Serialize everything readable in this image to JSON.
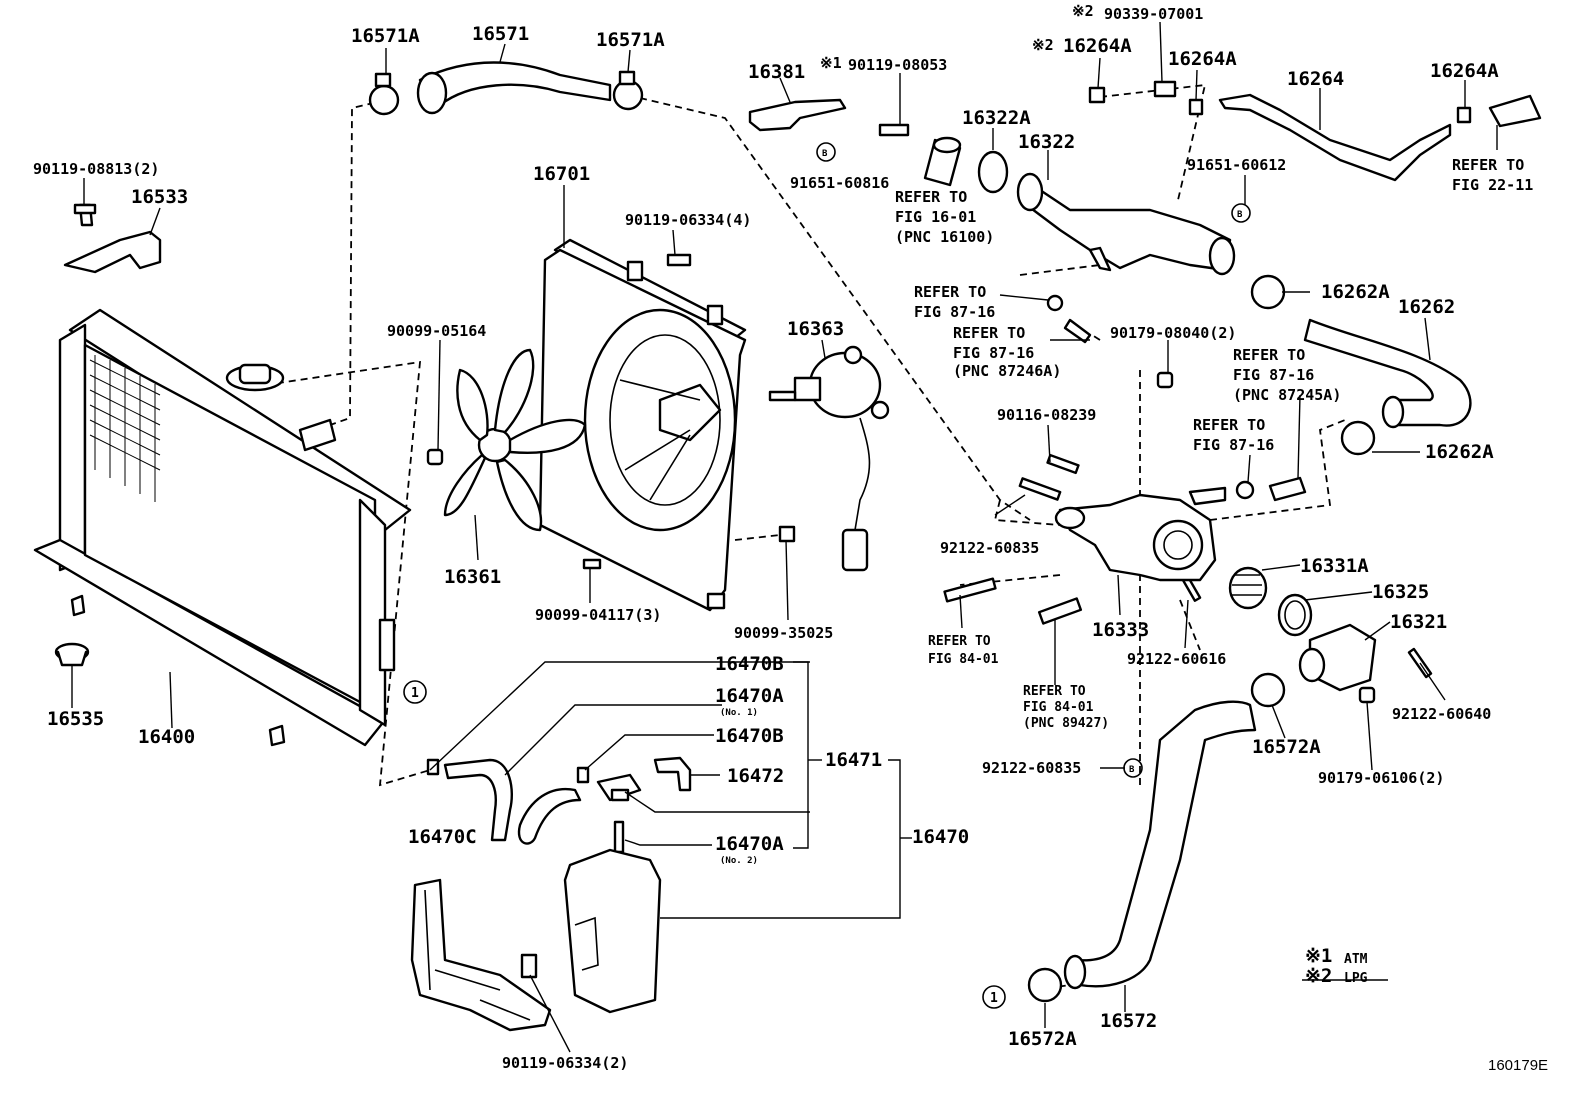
{
  "labels": {
    "p16571A_left": "16571A",
    "p16571": "16571",
    "p16571A_right": "16571A",
    "p16381": "16381",
    "mark1": "※1",
    "p90119_08053": "90119-08053",
    "mark2_top": "※2",
    "p90339_07001": "90339-07001",
    "mark2_left": "※2",
    "p16264A_a": "16264A",
    "p16264A_b": "16264A",
    "p16264": "16264",
    "p16264A_c": "16264A",
    "p90119_08813": "90119-08813(2)",
    "p16533": "16533",
    "p16701": "16701",
    "p16322A": "16322A",
    "p16322": "16322",
    "p91651_60816": "91651-60816",
    "ref_16_01_a": "REFER TO",
    "ref_16_01_b": "FIG 16-01",
    "ref_16_01_c": "(PNC 16100)",
    "p91651_60612": "91651-60612",
    "ref_22_11_a": "REFER TO",
    "ref_22_11_b": "FIG 22-11",
    "p90119_06334_4": "90119-06334(4)",
    "p16262A_top": "16262A",
    "p16262": "16262",
    "ref_87_16_a1": "REFER TO",
    "ref_87_16_a2": "FIG 87-16",
    "ref_87_16_b1": "REFER TO",
    "ref_87_16_b2": "FIG 87-16",
    "ref_87_16_b3": "(PNC 87246A)",
    "p90179_08040": "90179-08040(2)",
    "ref_87_16_c1": "REFER TO",
    "ref_87_16_c2": "FIG 87-16",
    "ref_87_16_c3": "(PNC 87245A)",
    "p90099_05164": "90099-05164",
    "p16363": "16363",
    "p90116_08239": "90116-08239",
    "ref_87_16_d1": "REFER TO",
    "ref_87_16_d2": "FIG 87-16",
    "p16262A_bottom": "16262A",
    "p92122_60835_a": "92122-60835",
    "p16361": "16361",
    "p90099_04117": "90099-04117(3)",
    "p90099_35025": "90099-35025",
    "p16331A": "16331A",
    "p16325": "16325",
    "p16321": "16321",
    "ref_84_01_a1": "REFER TO",
    "ref_84_01_a2": "FIG 84-01",
    "p16333": "16333",
    "p92122_60616": "92122-60616",
    "ref_84_01_b1": "REFER TO",
    "ref_84_01_b2": "FIG 84-01",
    "ref_84_01_b3": "(PNC 89427)",
    "p92122_60640": "92122-60640",
    "p16535": "16535",
    "p16400": "16400",
    "circle1_a": "1",
    "p16470B_a": "16470B",
    "p16470A_a": "16470A",
    "no1": "(No. 1)",
    "p16470B_b": "16470B",
    "p16472": "16472",
    "p16471": "16471",
    "p16572A_mid": "16572A",
    "p90179_06106": "90179-06106(2)",
    "p92122_60835_b": "92122-60835",
    "p16470C": "16470C",
    "p16470A_b": "16470A",
    "no2": "(No. 2)",
    "p16470": "16470",
    "legend1_mark": "※1",
    "legend1_text": "ATM",
    "legend2_mark": "※2",
    "legend2_text": "LPG",
    "circle1_b": "1",
    "p16572A_bottom": "16572A",
    "p16572": "16572",
    "p90119_06334_2": "90119-06334(2)",
    "b_mark_1": "B",
    "b_mark_2": "B",
    "b_mark_3": "B",
    "figure_id": "160179E"
  }
}
